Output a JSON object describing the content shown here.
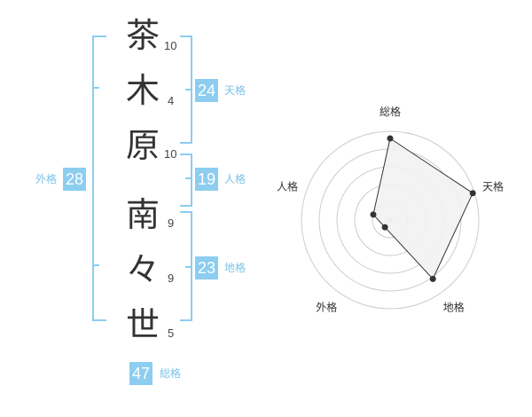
{
  "name_chars": [
    {
      "char": "茶",
      "strokes": "10"
    },
    {
      "char": "木",
      "strokes": "4"
    },
    {
      "char": "原",
      "strokes": "10"
    },
    {
      "char": "南",
      "strokes": "9"
    },
    {
      "char": "々",
      "strokes": "9"
    },
    {
      "char": "世",
      "strokes": "5"
    }
  ],
  "fortune": {
    "tenkaku": {
      "value": "24",
      "label": "天格"
    },
    "jinkaku": {
      "value": "19",
      "label": "人格"
    },
    "chikaku": {
      "value": "23",
      "label": "地格"
    },
    "gaikaku": {
      "value": "28",
      "label": "外格"
    },
    "soukaku": {
      "value": "47",
      "label": "総格"
    }
  },
  "chart_data": {
    "type": "radar",
    "axes": [
      "総格",
      "天格",
      "地格",
      "外格",
      "人格"
    ],
    "values": [
      0.92,
      0.98,
      0.82,
      0.1,
      0.2
    ],
    "max": 1,
    "rings": 5,
    "colors": {
      "fill": "#f2f2f2",
      "line": "#333333",
      "grid": "#cccccc",
      "point": "#333333"
    }
  }
}
